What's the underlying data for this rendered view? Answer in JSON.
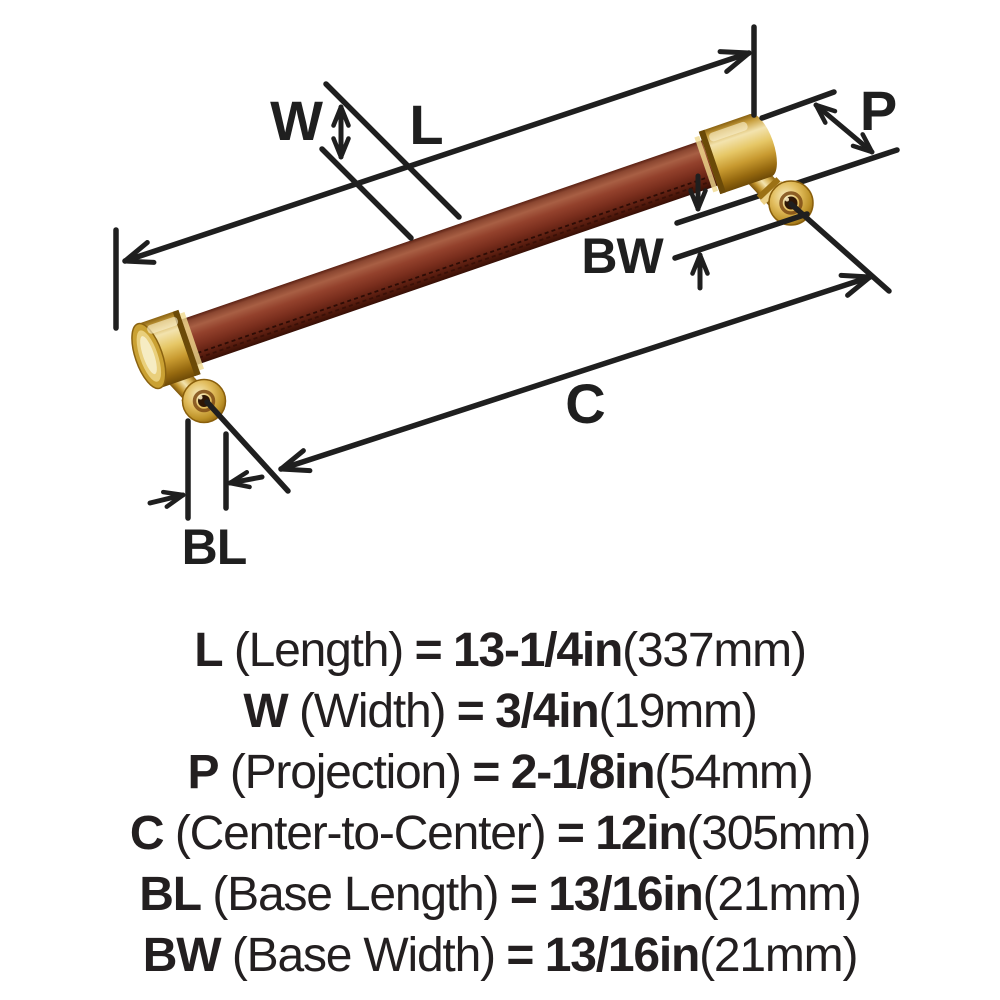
{
  "diagram": {
    "labels": {
      "l": "L",
      "w": "W",
      "p": "P",
      "c": "C",
      "bl": "BL",
      "bw": "BW"
    },
    "colors": {
      "background": "#ffffff",
      "line": "#1f1f1f",
      "leather": "#8a3a28",
      "brass": "#d9ab45",
      "screw_hole": "#2e1606"
    }
  },
  "specs": {
    "rows": [
      {
        "abbr": "L",
        "desc": "(Length)",
        "eq": "=",
        "value": "13-1/4in",
        "metric": "(337mm)"
      },
      {
        "abbr": "W",
        "desc": "(Width)",
        "eq": "=",
        "value": "3/4in",
        "metric": "(19mm)"
      },
      {
        "abbr": "P",
        "desc": "(Projection)",
        "eq": "=",
        "value": "2-1/8in",
        "metric": "(54mm)"
      },
      {
        "abbr": "C",
        "desc": "(Center-to-Center)",
        "eq": "=",
        "value": "12in",
        "metric": "(305mm)"
      },
      {
        "abbr": "BL",
        "desc": "(Base Length)",
        "eq": "=",
        "value": "13/16in",
        "metric": "(21mm)"
      },
      {
        "abbr": "BW",
        "desc": "(Base Width)",
        "eq": "=",
        "value": "13/16in",
        "metric": "(21mm)"
      }
    ]
  }
}
